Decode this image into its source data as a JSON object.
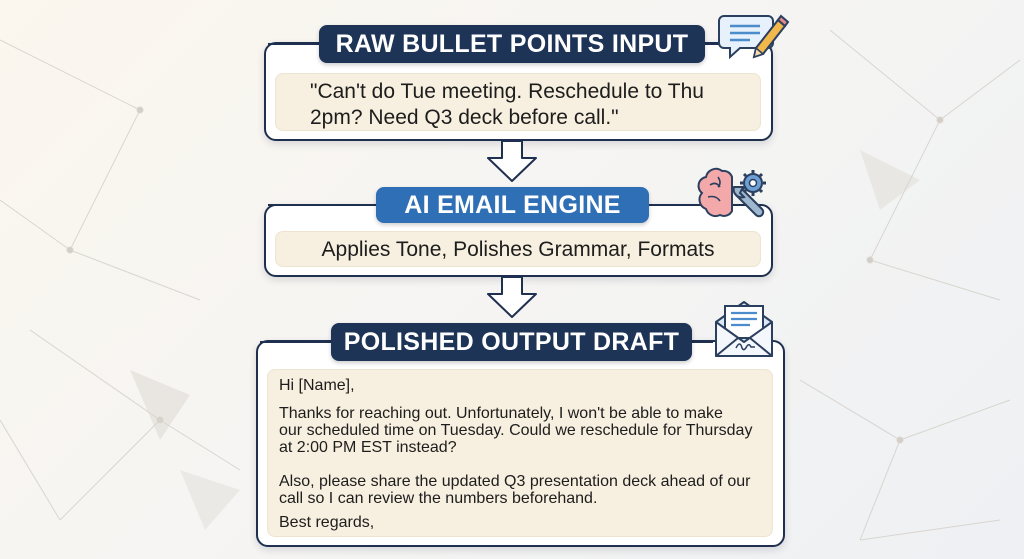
{
  "steps": [
    {
      "title": "RAW BULLET POINTS INPUT",
      "body_lines": [
        "\"Can't do Tue meeting. Reschedule to Thu",
        "2pm? Need Q3 deck before call.\""
      ],
      "icon": "speech-bubble-pencil-icon"
    },
    {
      "title": "AI EMAIL ENGINE",
      "body": "Applies Tone, Polishes Grammar, Formats",
      "icon": "brain-gear-wrench-icon"
    },
    {
      "title": "POLISHED OUTPUT DRAFT",
      "icon": "envelope-letter-icon",
      "email": {
        "greeting": "Hi [Name],",
        "para1_lines": [
          "Thanks for reaching out. Unfortunately, I won't be able to make",
          "our scheduled time on Tuesday. Could we reschedule for Thursday",
          "at 2:00 PM EST instead?"
        ],
        "para2_lines": [
          "Also, please share the updated Q3 presentation deck ahead of our",
          "call so I can review the numbers beforehand."
        ],
        "signoff": "Best regards,"
      }
    }
  ],
  "colors": {
    "navy": "#1e3457",
    "blue": "#2f6fb6",
    "inner": "#f7efdf",
    "arrow": "#ffffff"
  }
}
